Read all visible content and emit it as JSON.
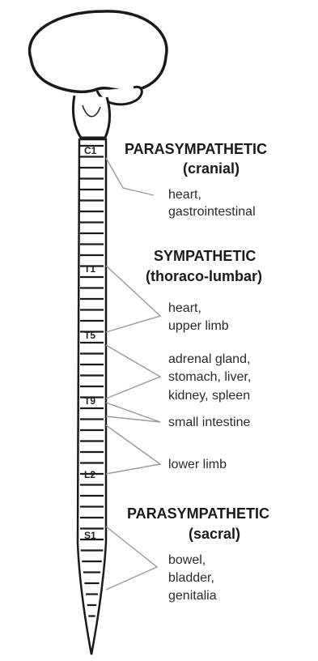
{
  "sections": {
    "cranial": {
      "title": "PARASYMPATHETIC",
      "subtitle": "(cranial)",
      "organs": [
        "heart,",
        "gastrointestinal"
      ]
    },
    "sympathetic": {
      "title": "SYMPATHETIC",
      "subtitle": "(thoraco-lumbar)",
      "groups": [
        [
          "heart,",
          "upper limb"
        ],
        [
          "adrenal gland,",
          "stomach, liver,",
          "kidney, spleen"
        ],
        [
          "small intestine"
        ],
        [
          "lower limb"
        ]
      ]
    },
    "sacral": {
      "title": "PARASYMPATHETIC",
      "subtitle": "(sacral)",
      "organs": [
        "bowel,",
        "bladder,",
        "genitalia"
      ]
    }
  },
  "segment_labels": {
    "c1": "C1",
    "t1": "T1",
    "t5": "T5",
    "t9": "T9",
    "l2": "L2",
    "s1": "S1"
  }
}
